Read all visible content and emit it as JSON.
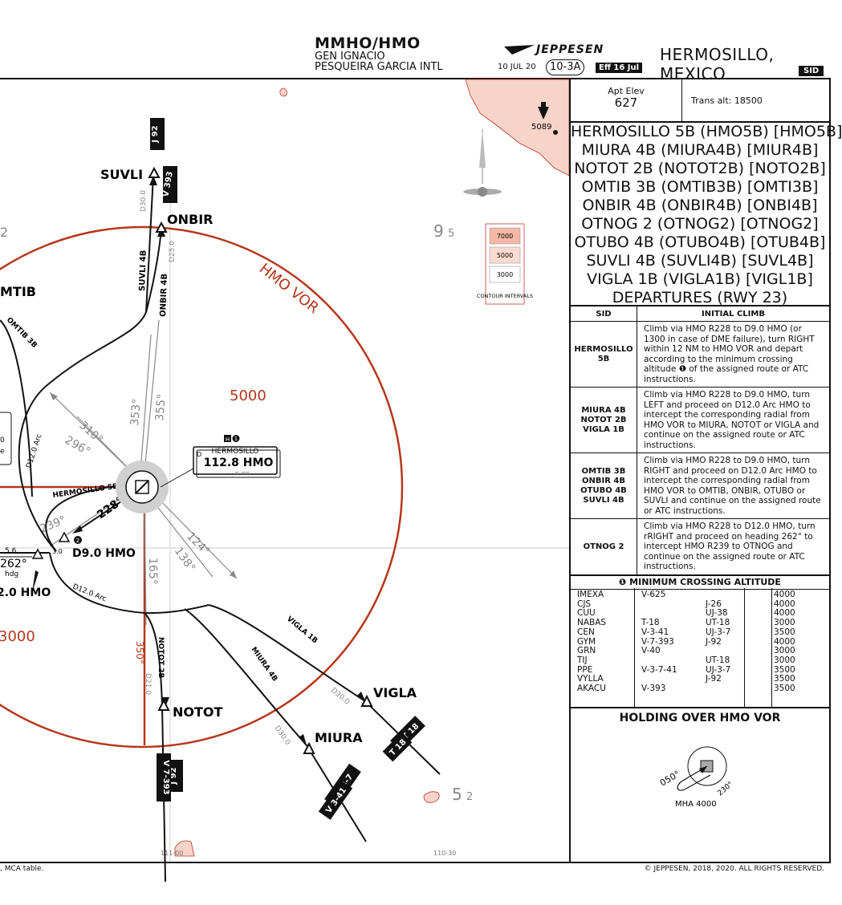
{
  "header": {
    "airport_code": "MMHO/HMO",
    "airport_name_1": "GEN IGNACIO",
    "airport_name_2": "PESQUEIRA GARCIA INTL",
    "brand": "JEPPESEN",
    "date": "10 JUL 20",
    "chart_number": "10-3A",
    "effective": "Eff 16 Jul",
    "city": "HERMOSILLO, MEXICO",
    "chart_type": "SID"
  },
  "info": {
    "apt_elev_label": "Apt Elev",
    "apt_elev_value": "627",
    "trans_alt": "Trans alt: 18500"
  },
  "procedures": [
    "HERMOSILLO 5B (HMO5B) [HMO5B]",
    "MIURA 4B (MIURA4B) [MIUR4B]",
    "NOTOT 2B (NOTOT2B) [NOTO2B]",
    "OMTIB 3B (OMTIB3B) [OMTI3B]",
    "ONBIR 4B (ONBIR4B) [ONBI4B]",
    "OTNOG 2 (OTNOG2) [OTNOG2]",
    "OTUBO 4B (OTUBO4B) [OTUB4B]",
    "SUVLI 4B (SUVLI4B) [SUVL4B]",
    "VIGLA 1B (VIGLA1B) [VIGL1B]",
    "DEPARTURES (RWY 23)"
  ],
  "climb_table": {
    "col_sid": "SID",
    "col_climb": "INITIAL CLIMB",
    "rows": [
      {
        "sid": "HERMOSILLO 5B",
        "text": "Climb via HMO R228 to D9.0 HMO (or 1300 in case of DME failure), turn RIGHT within 12 NM to HMO VOR and depart according to the minimum crossing altitude ❶ of the assigned route or ATC instructions."
      },
      {
        "sid": "MIURA 4B NOTOT 2B VIGLA 1B",
        "text": "Climb via HMO R228 to D9.0 HMO, turn LEFT and proceed on D12.0 Arc HMO to intercept the corresponding radial from HMO VOR to MIURA, NOTOT or VIGLA and continue on the assigned route or ATC instructions."
      },
      {
        "sid": "OMTIB 3B ONBIR 4B OTUBO 4B SUVLI 4B",
        "text": "Climb via HMO R228 to D9.0 HMO, turn RIGHT and proceed on D12.0 Arc HMO to intercept the corresponding radial from HMO VOR to OMTIB, ONBIR, OTUBO or SUVLI and continue on the assigned route or ATC instructions."
      },
      {
        "sid": "OTNOG 2",
        "text": "Climb via HMO R228 to D12.0 HMO, turn rRIGHT and proceed on heading 262° to intercept HMO R239 to OTNOG and continue on the assigned route or ATC instructions."
      }
    ]
  },
  "mca": {
    "title": "❶ MINIMUM CROSSING ALTITUDE",
    "rows": [
      {
        "fix": "IMEXA",
        "a": "V-625",
        "b": "",
        "alt": "4000"
      },
      {
        "fix": "CJS",
        "a": "",
        "b": "J-26",
        "alt": "4000"
      },
      {
        "fix": "CUU",
        "a": "",
        "b": "UJ-38",
        "alt": "4000"
      },
      {
        "fix": "NABAS",
        "a": "T-18",
        "b": "UT-18",
        "alt": "3000"
      },
      {
        "fix": "CEN",
        "a": "V-3-41",
        "b": "UJ-3-7",
        "alt": "3500"
      },
      {
        "fix": "GYM",
        "a": "V-7-393",
        "b": "J-92",
        "alt": "4000"
      },
      {
        "fix": "GRN",
        "a": "V-40",
        "b": "",
        "alt": "3000"
      },
      {
        "fix": "TIJ",
        "a": "",
        "b": "UT-18",
        "alt": "3000"
      },
      {
        "fix": "PPE",
        "a": "V-3-7-41",
        "b": "UJ-3-7",
        "alt": "3500"
      },
      {
        "fix": "VYLLA",
        "a": "",
        "b": "J-92",
        "alt": "3500"
      },
      {
        "fix": "AKACU",
        "a": "V-393",
        "b": "",
        "alt": "3500"
      }
    ]
  },
  "holding": {
    "title": "HOLDING OVER HMO VOR",
    "inbound": "050°",
    "outbound": "230°",
    "mha": "MHA 4000"
  },
  "map": {
    "vor_name": "HERMOSILLO",
    "vor_freq": "112.8 HMO",
    "vor_id_d": "D",
    "vor_arc_label": "HMO VOR",
    "msa_5000": "5000",
    "msa_3000": "3000",
    "contour_intervals": [
      "7000",
      "5000",
      "3000"
    ],
    "contour_label": "CONTOUR INTERVALS",
    "spot_elevation": "5089",
    "grid_95": "9",
    "grid_95_sub": "5",
    "grid_52": "5",
    "grid_52_sub": "2",
    "lon_111": "111-00",
    "lon_110": "110-30",
    "fixes": {
      "suvli": "SUVLI",
      "onbir": "ONBIR",
      "omtib": "MTIB",
      "notot": "NOTOT",
      "miura": "MIURA",
      "vigla": "VIGLA",
      "d9": "D9.0 HMO",
      "d12": "2.0 HMO"
    },
    "airways": {
      "j92_top": "J 92",
      "v393_top": "V 393",
      "j92_bot": "J 92",
      "v7393_bot": "V 7-393",
      "ut18": "UT 18",
      "t18": "T 18",
      "uj37": "UJ 3-7",
      "v341": "V 3-41"
    },
    "route_labels": {
      "suvli4b": "SUVLI 4B",
      "onbir4b": "ONBIR 4B",
      "omtib3b": "OMTIB 3B",
      "hermosillo5b": "HERMOSILLO 5B",
      "notot2b": "NOTOT 2B",
      "miura4b": "MIURA 4B",
      "vigla1b": "VIGLA 1B",
      "d12arc_left": "D12.0 Arc",
      "d12arc_bottom": "D12.0 Arc"
    },
    "bearings": {
      "r310": "310°",
      "r296": "296°",
      "r353": "353°",
      "r355": "355°",
      "r228": "228°",
      "r239": "239°",
      "r124": "124°",
      "r138": "138°",
      "r165": "165°",
      "r350": "350°",
      "r262": "262°",
      "hdg": "hdg",
      "d56": "5.6",
      "d30": "3.0",
      "d30_suvli": "D30.0",
      "d25": "D25.0",
      "d21": "D21.0",
      "d30_miura": "D30.0",
      "d30_vigla": "D30.0"
    },
    "left_edge_num": "2",
    "left_box_1": "0",
    "left_box_2": "e"
  },
  "footer": {
    "left": ", MCA table.",
    "copyright": "© JEPPESEN, 2018, 2020. ALL RIGHTS RESERVED."
  },
  "colors": {
    "terrain": "#f8d3c7",
    "terrain_stroke": "#c0392b",
    "msa_red": "#b5371b",
    "route_black": "#111111",
    "radial_gray": "#888888"
  }
}
